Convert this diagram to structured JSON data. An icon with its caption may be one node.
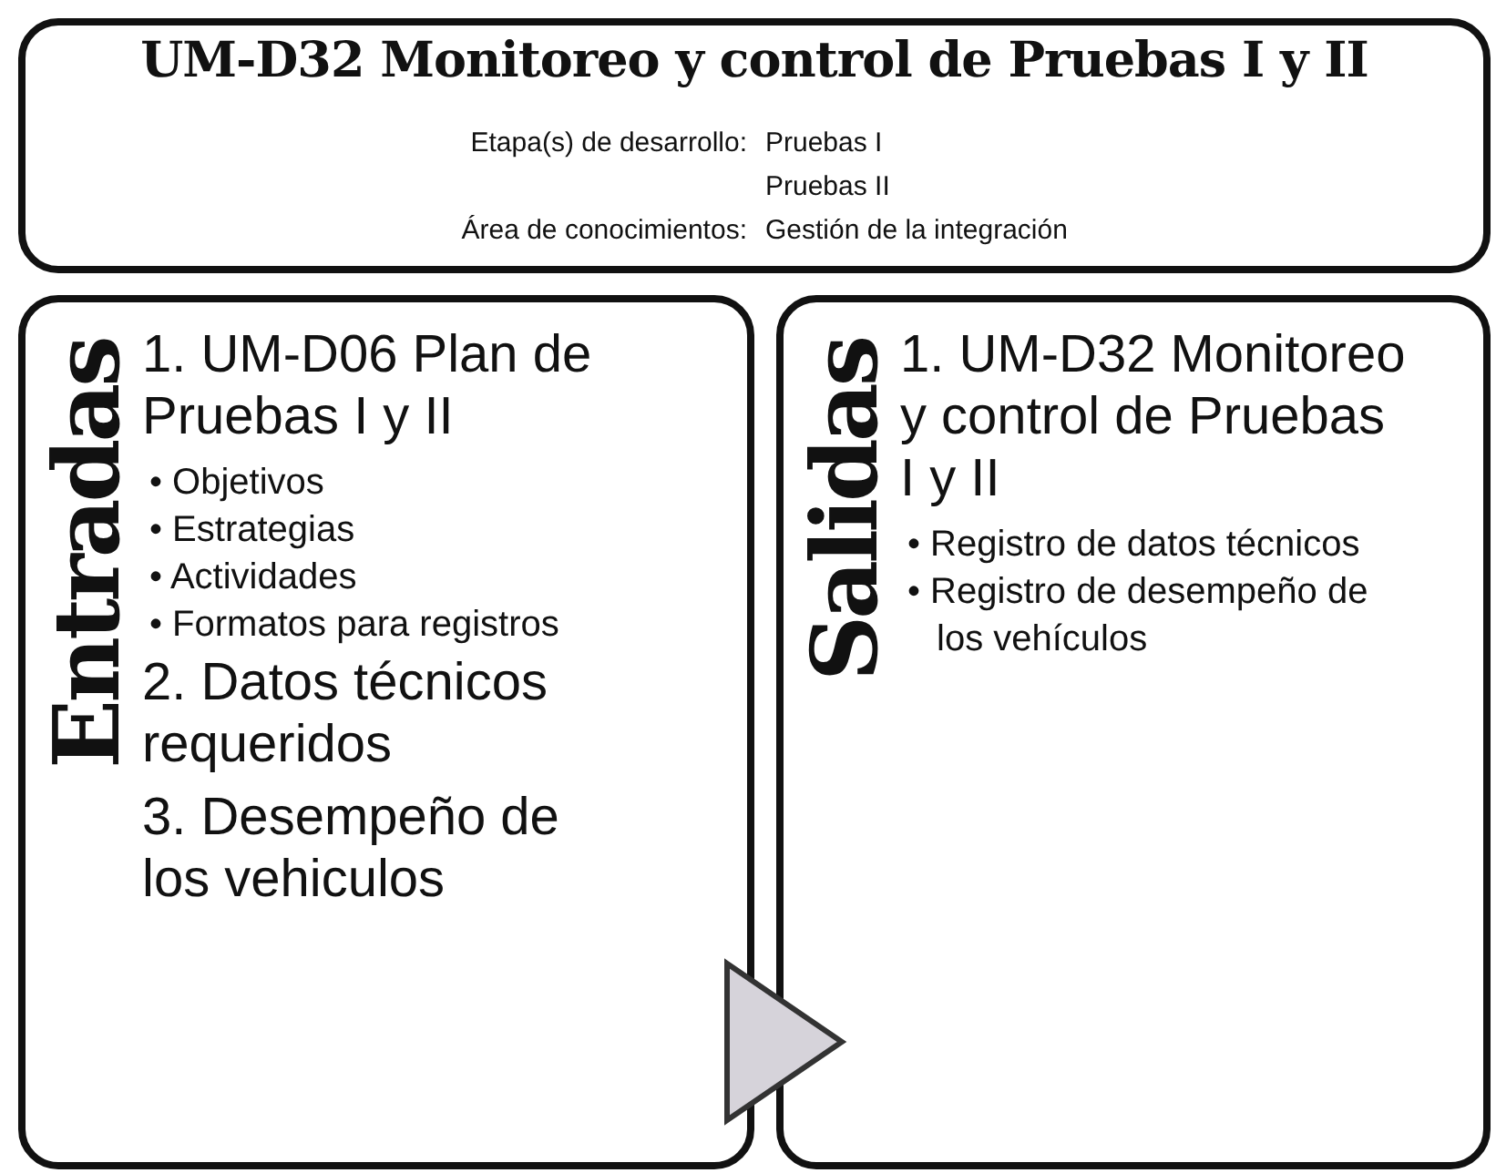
{
  "diagram": {
    "nodes": [
      {
        "text": [
          "UM-D32 Monitoreo y control de Pruebas I y II",
          "Etapa(s) de desarrollo:",
          "Pruebas I",
          "Pruebas II",
          "Área de conocimientos:",
          "Gestión de la integración"
        ]
      },
      {
        "text": [
          "Entradas",
          "1. UM-D06 Plan de Pruebas I y II",
          "• Objetivos",
          "• Estrategias",
          "• Actividades",
          "• Formatos para registros",
          "2. Datos técnicos requeridos",
          "3. Desempeño de los vehiculos"
        ]
      },
      {
        "text": [
          "Salidas",
          "1. UM-D32 Monitoreo y control de Pruebas I y II",
          "• Registro de datos técnicos",
          "• Registro de desempeño de los vehículos"
        ]
      }
    ],
    "edges": [
      {
        "from": 1,
        "to": 2,
        "arrow": "to"
      }
    ]
  }
}
